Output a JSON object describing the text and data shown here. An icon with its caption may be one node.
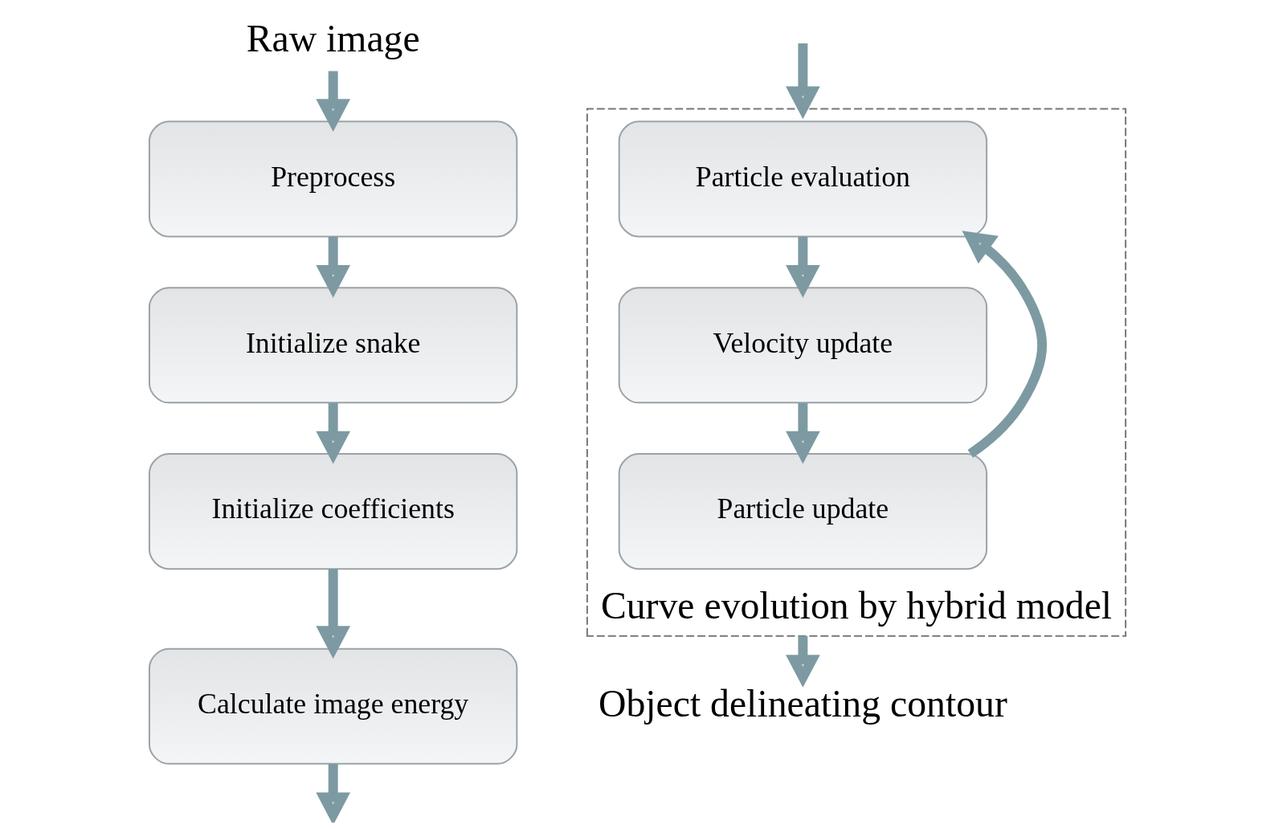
{
  "diagram": {
    "nodes": [
      {
        "text": [
          "Raw image"
        ]
      },
      {
        "text": [
          "Preprocess"
        ]
      },
      {
        "text": [
          "Initialize snake"
        ]
      },
      {
        "text": [
          "Initialize coefficients"
        ]
      },
      {
        "text": [
          "Calculate image energy"
        ]
      },
      {
        "text": [
          "Curve evolution by hybrid model"
        ]
      },
      {
        "text": [
          "Particle evaluation"
        ],
        "in": 5
      },
      {
        "text": [
          "Velocity update"
        ],
        "in": 5
      },
      {
        "text": [
          "Particle update"
        ],
        "in": 5
      },
      {
        "text": [
          "Object delineating contour"
        ]
      }
    ],
    "edges": [
      {
        "from": 0,
        "to": 1,
        "arrow": "to"
      },
      {
        "from": 1,
        "to": 2,
        "arrow": "to"
      },
      {
        "from": 2,
        "to": 3,
        "arrow": "to"
      },
      {
        "from": 3,
        "to": 4,
        "arrow": "to"
      },
      {
        "from": 4,
        "to": null,
        "arrow": "to"
      },
      {
        "from": null,
        "to": 5,
        "arrow": "to"
      },
      {
        "from": 6,
        "to": 7,
        "arrow": "to"
      },
      {
        "from": 7,
        "to": 8,
        "arrow": "to"
      },
      {
        "from": 8,
        "to": 6,
        "arrow": "to"
      },
      {
        "from": 5,
        "to": 9,
        "arrow": "to"
      }
    ]
  }
}
